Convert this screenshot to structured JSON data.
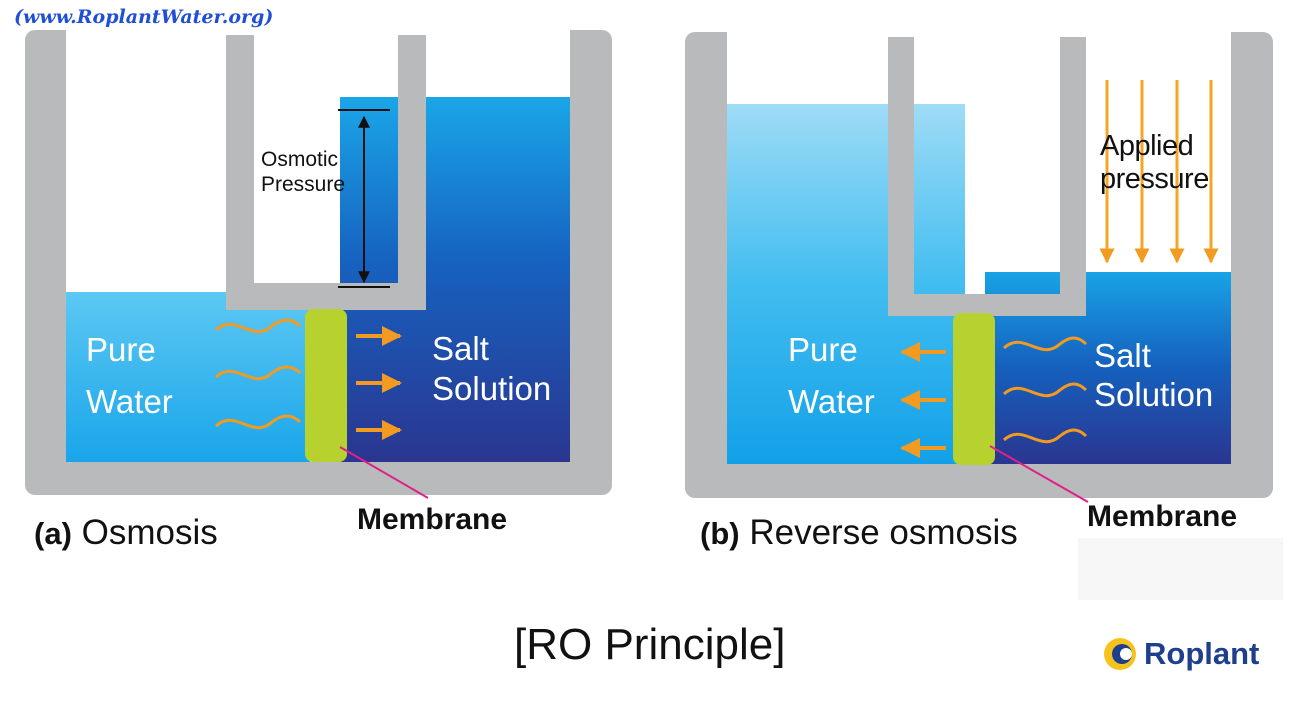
{
  "header": {
    "url": "(www.RoplantWater.org)"
  },
  "panel_a": {
    "caption_tag": "(a)",
    "caption_text": "Osmosis",
    "osmotic_line1": "Osmotic",
    "osmotic_line2": "Pressure",
    "left_line1": "Pure",
    "left_line2": "Water",
    "right_line1": "Salt",
    "right_line2": "Solution",
    "membrane": "Membrane"
  },
  "panel_b": {
    "caption_tag": "(b)",
    "caption_text": "Reverse osmosis",
    "applied_line1": "Applied",
    "applied_line2": "pressure",
    "left_line1": "Pure",
    "left_line2": "Water",
    "right_line1": "Salt",
    "right_line2": "Solution",
    "membrane": "Membrane"
  },
  "title": "[RO Principle]",
  "logo": {
    "text": "Roplant"
  },
  "colors": {
    "tank_gray": "#b9babc",
    "pure_water_light": "#8fd6f6",
    "pure_water_dark": "#19a6ea",
    "salt_top": "#19a3e6",
    "salt_bottom": "#2b3790",
    "membrane": "#b7d12e",
    "arrow_orange": "#f39a21",
    "pointer_magenta": "#e0208a"
  }
}
